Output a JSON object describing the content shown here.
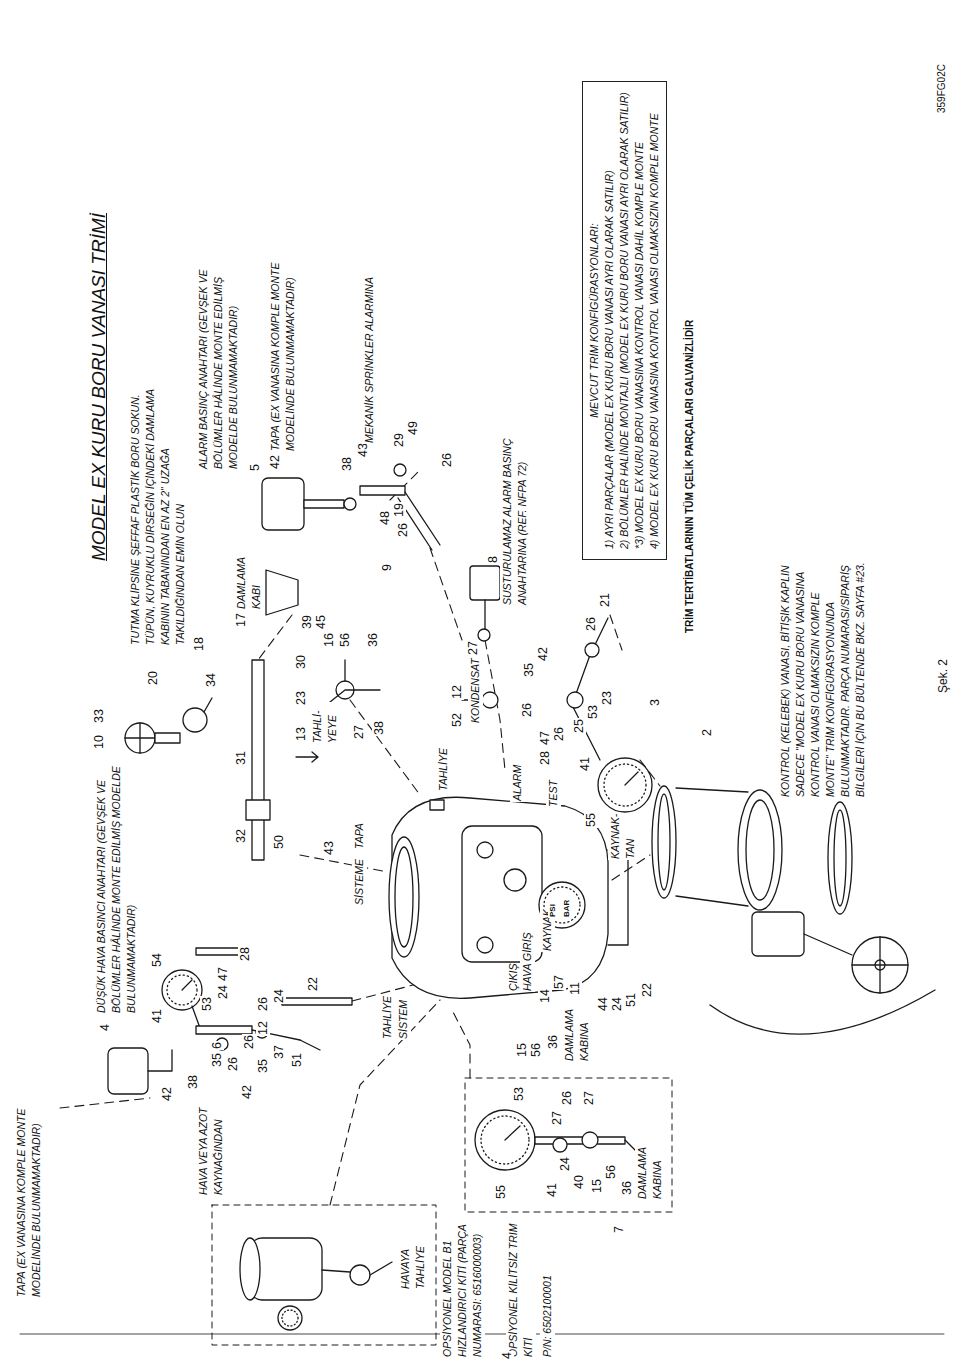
{
  "diagram": {
    "title": "MODEL EX KURU BORU VANASI TRİMİ",
    "caption": "Şek. 2",
    "nodes": [
      {
        "text": [
          "MEVCUT TRİM KONFİGÜRASYONLARI:",
          "1) AYRI PARÇALAR (MODEL EX KURU BORU VANASI AYRI OLARAK SATILIR)",
          "2) BÖLÜMLER HALİNDE MONTAJLI (MODEL EX KURU BORU VANASI AYRI OLARAK SATILIR)",
          "*3) MODEL EX KURU BORU VANASINA KONTROL VANASI DAHİL KOMPLE MONTE",
          "4) MODEL EX KURU BORU VANASINA KONTROL VANASI OLMAKSIZIN KOMPLE MONTE"
        ]
      }
    ],
    "labels": [
      "TAPA (EX VANASINA KOMPLE MONTE MODELİNDE BULUNMAMAKTADIR)",
      "HAVA VEYA AZOT KAYNAĞINDAN",
      "HAVAYA TAHLİYE",
      "OPSİYONEL MODEL B1 HIZLANDIRICI KİTİ (PARÇA NUMARASI: 6516000003)",
      "OPSİYONEL KİLİTSİZ TRIM KİTİ",
      "P/N: 6502100001",
      "DAMLAMA KABINA",
      "4",
      "DÜŞÜK HAVA BASINCI ANAHTARI (GEVŞEK VE BÖLÜMLER HÂLİNDE MONTE EDİLMİŞ MODELDE BULUNMAMAKTADIR)",
      "41",
      "54",
      "42",
      "38",
      "35",
      "6",
      "26",
      "53",
      "24",
      "47",
      "28",
      "42",
      "26",
      "35",
      "12",
      "26",
      "37",
      "24",
      "51",
      "22",
      "43",
      "SİSTEME",
      "TAPA",
      "TAHLİYE",
      "TAHLİYE",
      "SİSTEM",
      "ÇIKIŞ",
      "HAVA GİRİŞ",
      "KAYNAK",
      "PSI",
      "BAR",
      "15",
      "56",
      "36",
      "DAMLAMA KABINA",
      "14",
      "57",
      "11",
      "44",
      "24",
      "51",
      "22",
      "55",
      "53",
      "41",
      "24",
      "27",
      "26",
      "40",
      "27",
      "15",
      "56",
      "36",
      "7",
      "10",
      "33",
      "20",
      "TUTMA KLİPSİNE ŞEFFAF PLASTİK BORU SOKUN. TÜPÜN, KUYRUKLU DİRSEĞİN İÇİNDEKİ DAMLAMA KABININ TABANINDAN EN AZ 2\" UZAĞA TAKILDIĞINDAN EMİN OLUN",
      "18",
      "34",
      "32",
      "31",
      "50",
      "13",
      "TAHLİ-YEYE",
      "23",
      "30",
      "17",
      "DAMLAMA KABI",
      "39",
      "45",
      "16",
      "56",
      "36",
      "27",
      "38",
      "5",
      "ALARM BASINÇ ANAHTARI (GEVŞEK VE BÖLÜMLER HÂLİNDE MONTE EDİLMİŞ MODELDE BULUNMAMAKTADIR)",
      "42",
      "TAPA (EX VANASINA KOMPLE MONTE MODELİNDE BULUNMAMAKTADIR)",
      "38",
      "43",
      "MEKANİK SPRİNKLER ALARMINA",
      "48",
      "9",
      "26",
      "19",
      "29",
      "49",
      "26",
      "52",
      "12",
      "KONDENSAT",
      "27",
      "8",
      "SUSTURULAMAZ ALARM BASINÇ ANAHTARINA (REF. NFPA 72)",
      "ALARM",
      "TEST",
      "28",
      "47",
      "26",
      "26",
      "35",
      "42",
      "26",
      "21",
      "25",
      "53",
      "23",
      "41",
      "55",
      "3",
      "2",
      "KAYNAK-TAN",
      "KONTROL (KELEBEK) VANASI, BİTİŞİK KAPLIN SADECE \"MODEL EX KURU BORU VANASINA KONTROL VANASI OLMAKSIZIN KOMPLE MONTE\" TRİM KONFİGÜRASYONUNDA BULUNMAKTADIR. PARÇA NUMARASI/SİPARİŞ BİLGİLERİ İÇİN BU BÜLTENDE BKZ. SAYFA #23.",
      "TRİM TERTİBATLARININ TÜM ÇELİK PARÇALARI GALVANİZLİDİR",
      "359FG02C",
      "4"
    ]
  }
}
